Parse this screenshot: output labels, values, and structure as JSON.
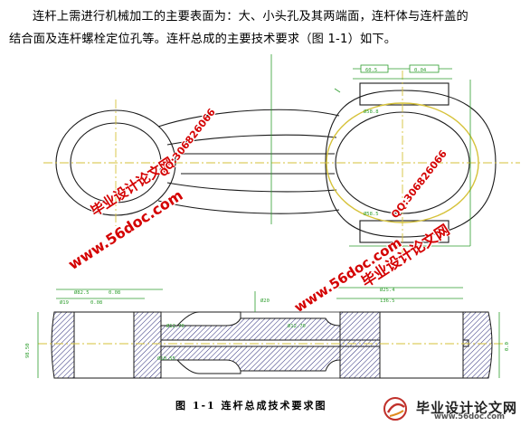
{
  "text": {
    "line1": "连杆上需进行机械加工的主要表面为：大、小头孔及其两端面，连杆体与连杆盖的",
    "line2": "结合面及连杆螺栓定位孔等。连杆总成的主要技术要求（图  1-1）如下。"
  },
  "figure": {
    "caption": "图 1-1    连杆总成技术要求图",
    "dimension_labels": [
      "60.5",
      "0.04",
      "Ø58.8",
      "Ø58.5",
      "Ø82.5",
      "0.08",
      "Ø19",
      "0.08",
      "Ø25.4",
      "136.5",
      "Ø20",
      "Ø12.70",
      "Ø12.70",
      "Ø10.55",
      "98.50",
      "0.0"
    ]
  },
  "watermarks": {
    "site_name": "毕业设计论文网",
    "url": "www.56doc.com",
    "qq": "QQ:306826066"
  },
  "logo": {
    "name": "毕业设计论文网",
    "url": "www.56doc.com"
  },
  "colors": {
    "outline": "#1a1a1a",
    "centerline": "#d6c23a",
    "dimension": "#2e9e2e",
    "hatch": "#2c2c7a",
    "watermark": "#d40000"
  }
}
